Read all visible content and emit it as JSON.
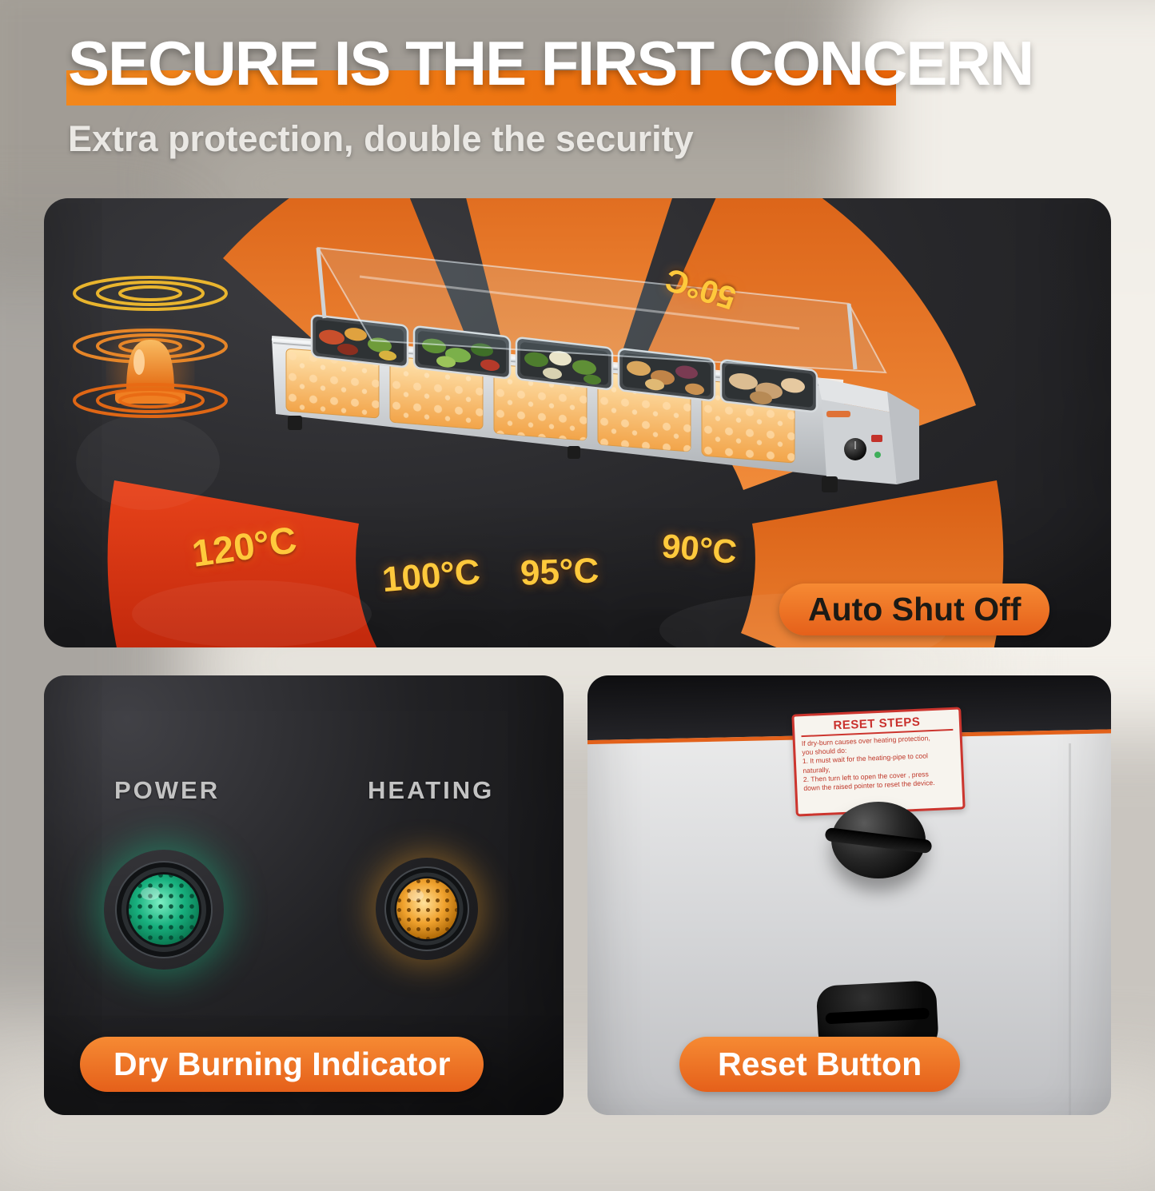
{
  "header": {
    "title": "SECURE IS THE FIRST CONCERN",
    "subtitle": "Extra protection, double the security"
  },
  "hero": {
    "badge": "Auto Shut Off",
    "temps": {
      "t120": "120°C",
      "t100": "100°C",
      "t95": "95°C",
      "t90": "90°C",
      "t50": "50°C"
    }
  },
  "indicator_panel": {
    "power": "POWER",
    "heating": "HEATING",
    "badge": "Dry Burning Indicator"
  },
  "reset_panel": {
    "sticker_title": "RESET STEPS",
    "sticker_lines": [
      "If dry-burn causes over heating protection,",
      "you should do:",
      "1. It must wait for the heating-pipe to cool",
      "naturally,",
      "2. Then turn left to open the cover , press",
      "down the raised pointer to reset the device."
    ],
    "badge": "Reset Button"
  },
  "colors": {
    "accent": "#f0722a",
    "power_led": "#18c98e",
    "heating_led": "#f0a22e"
  }
}
